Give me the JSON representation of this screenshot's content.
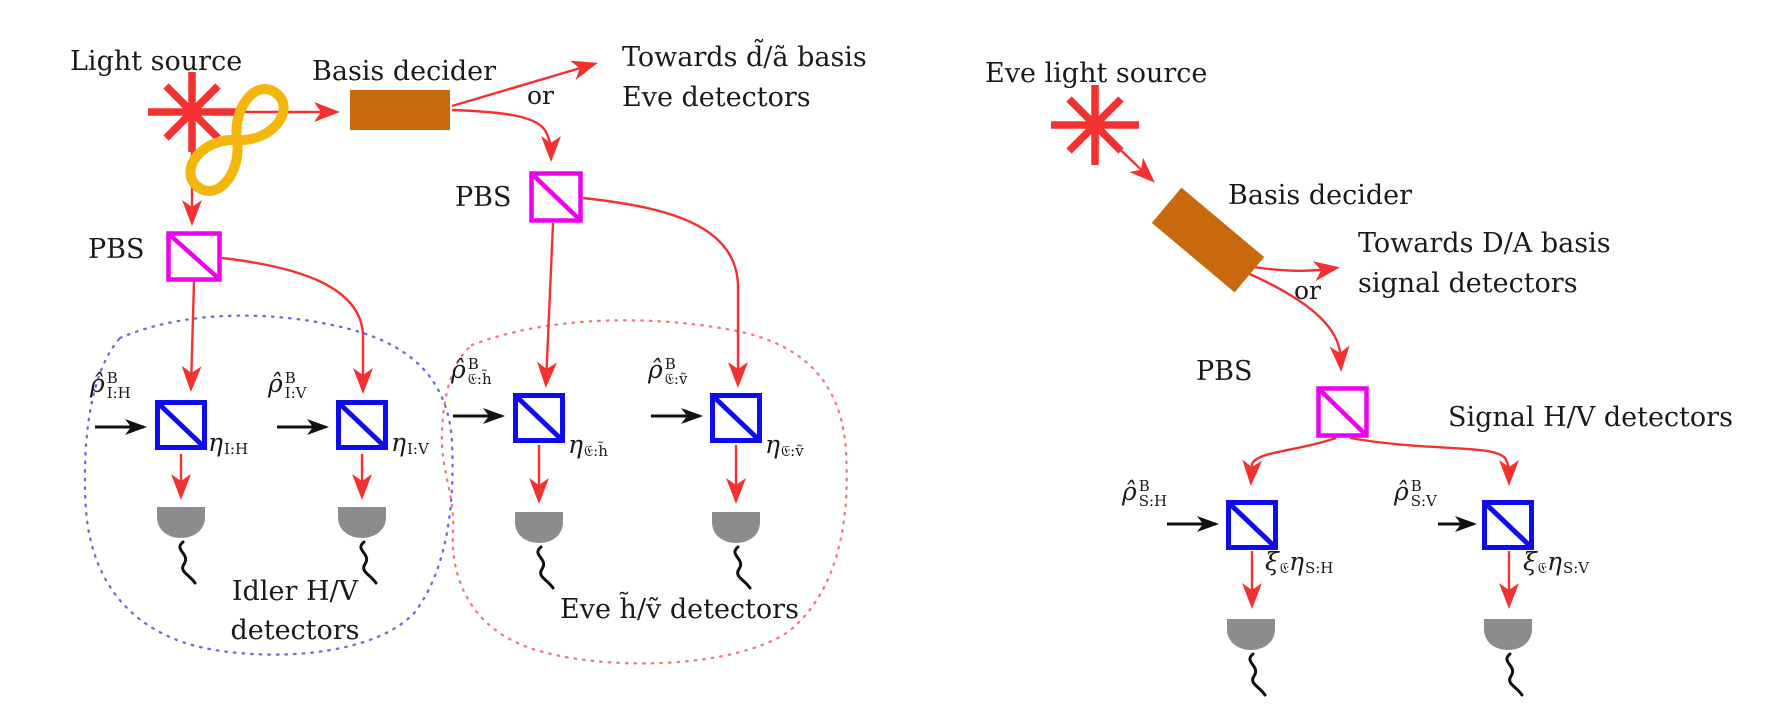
{
  "left": {
    "light_source": "Light source",
    "basis_decider": "Basis decider",
    "or": "or",
    "towards_line1": "Towards d̃/ã basis",
    "towards_line2": "Eve detectors",
    "pbs_idler": "PBS",
    "pbs_eve": "PBS",
    "idler_caption_line1": "Idler H/V",
    "idler_caption_line2": "detectors",
    "eve_caption": "Eve h̃/ṽ detectors"
  },
  "right": {
    "eve_light_source": "Eve light source",
    "basis_decider": "Basis decider",
    "or": "or",
    "towards_line1": "Towards D/A basis",
    "towards_line2": "signal detectors",
    "pbs": "PBS",
    "signal_caption": "Signal H/V detectors"
  },
  "math": {
    "rho_idler_h": {
      "base": "ρ̂",
      "sup": "B",
      "sub": "I:H"
    },
    "rho_idler_v": {
      "base": "ρ̂",
      "sup": "B",
      "sub": "I:V"
    },
    "rho_eve_h": {
      "base": "ρ̂",
      "sup": "B",
      "sub": "𝔈:h̃"
    },
    "rho_eve_v": {
      "base": "ρ̂",
      "sup": "B",
      "sub": "𝔈:ṽ"
    },
    "rho_sig_h": {
      "base": "ρ̂",
      "sup": "B",
      "sub": "S:H"
    },
    "rho_sig_v": {
      "base": "ρ̂",
      "sup": "B",
      "sub": "S:V"
    },
    "eta_idler_h": {
      "base": "η",
      "sub": "I:H"
    },
    "eta_idler_v": {
      "base": "η",
      "sub": "I:V"
    },
    "eta_eve_h": {
      "base": "η",
      "sub": "𝔈:h̃"
    },
    "eta_eve_v": {
      "base": "η",
      "sub": "𝔈:ṽ"
    },
    "xi_sig_h": {
      "xi": "ξ",
      "xi_sub": "𝔈",
      "eta": "η",
      "sub": "S:H"
    },
    "xi_sig_v": {
      "xi": "ξ",
      "xi_sub": "𝔈",
      "eta": "η",
      "sub": "S:V"
    }
  },
  "colors": {
    "beam_red": "#f43131",
    "pbs_magenta": "#ee00ee",
    "beam_splitter_blue": "#0d0dee",
    "component_orange": "#c8690e",
    "detector_gray": "#8c8c8c",
    "idler_region_blue": "#6b6be0",
    "eve_region_pink": "#f27a7a",
    "entanglement_yellow": "#f2b70a",
    "wire_black": "#111111"
  }
}
